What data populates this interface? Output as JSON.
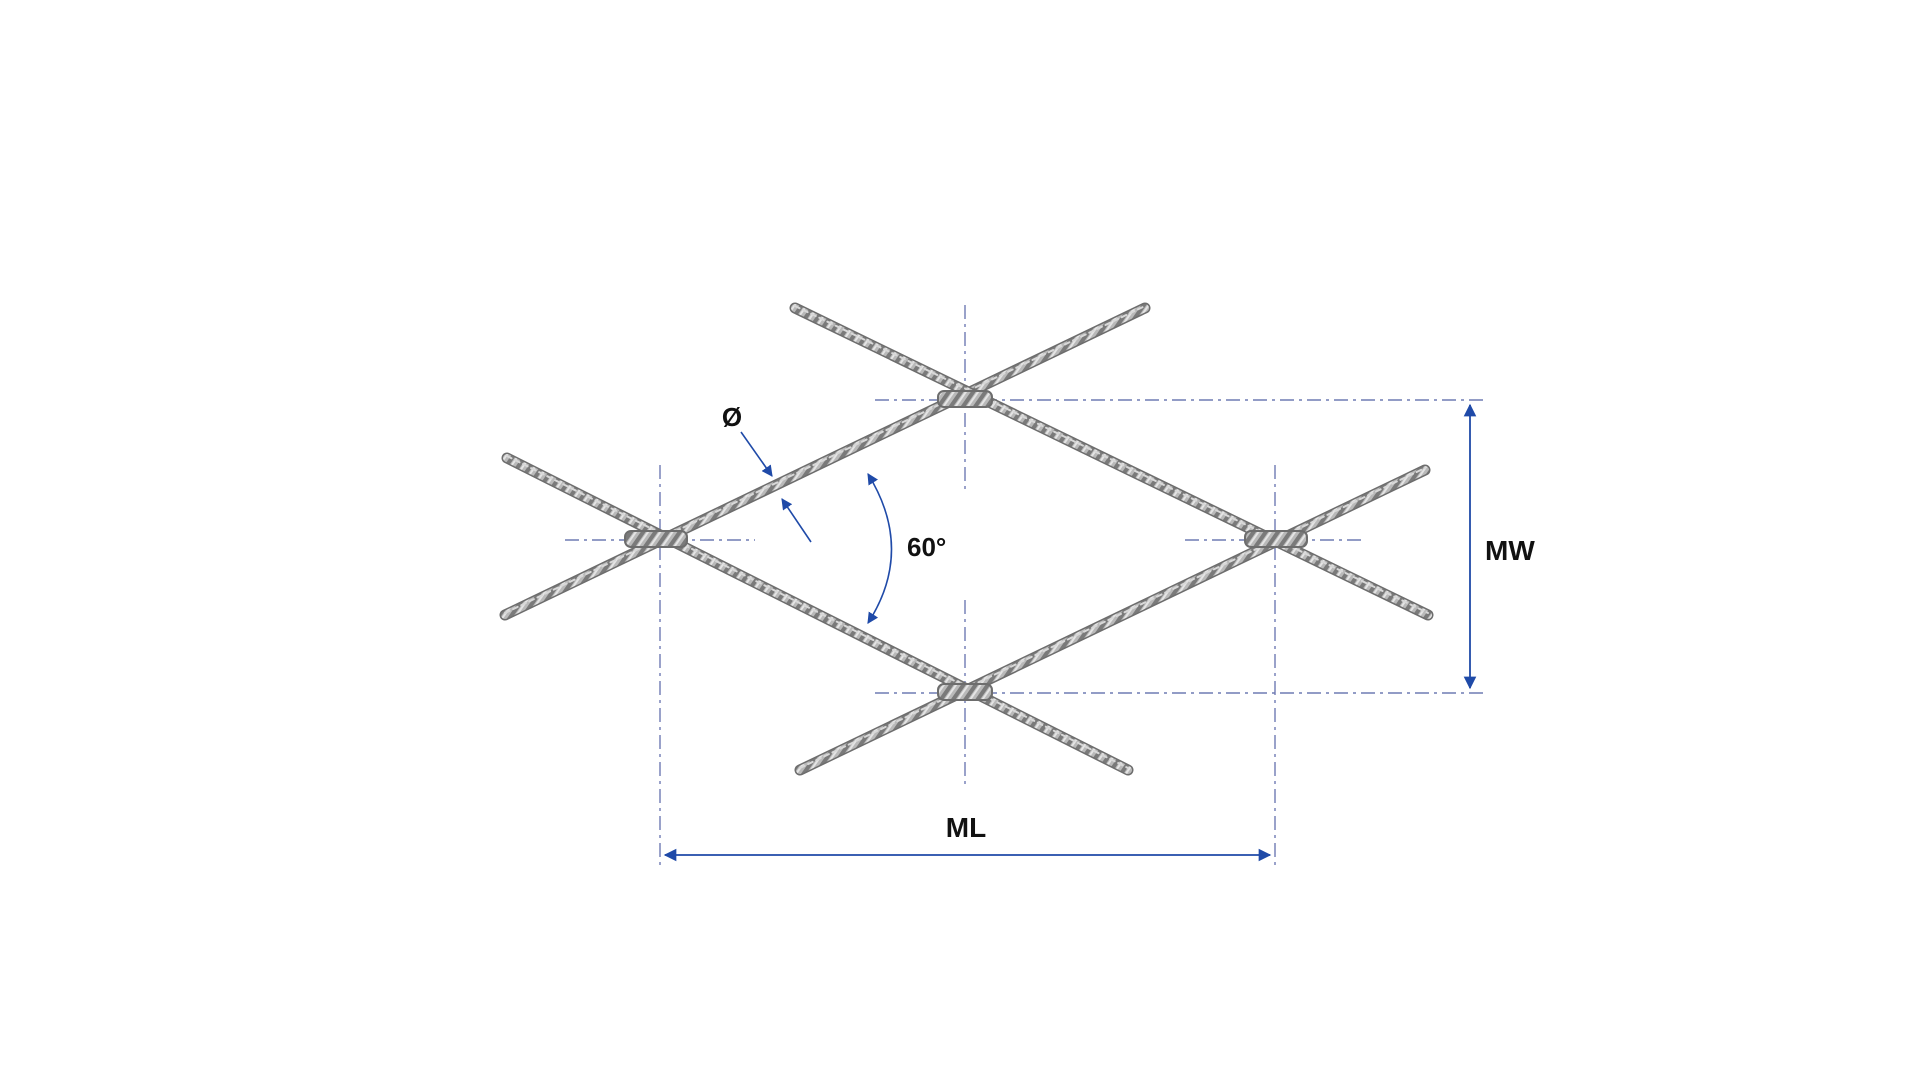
{
  "labels": {
    "diameter": "Ø",
    "angle": "60°",
    "mesh_width": "MW",
    "mesh_length": "ML"
  },
  "colors": {
    "background": "#ffffff",
    "dimension_blue": "#1f4aa8",
    "centerline": "#6f7bb3",
    "rope_dark": "#6d6d6d",
    "rope_light": "#d8d8d8",
    "label_text": "#111111"
  }
}
